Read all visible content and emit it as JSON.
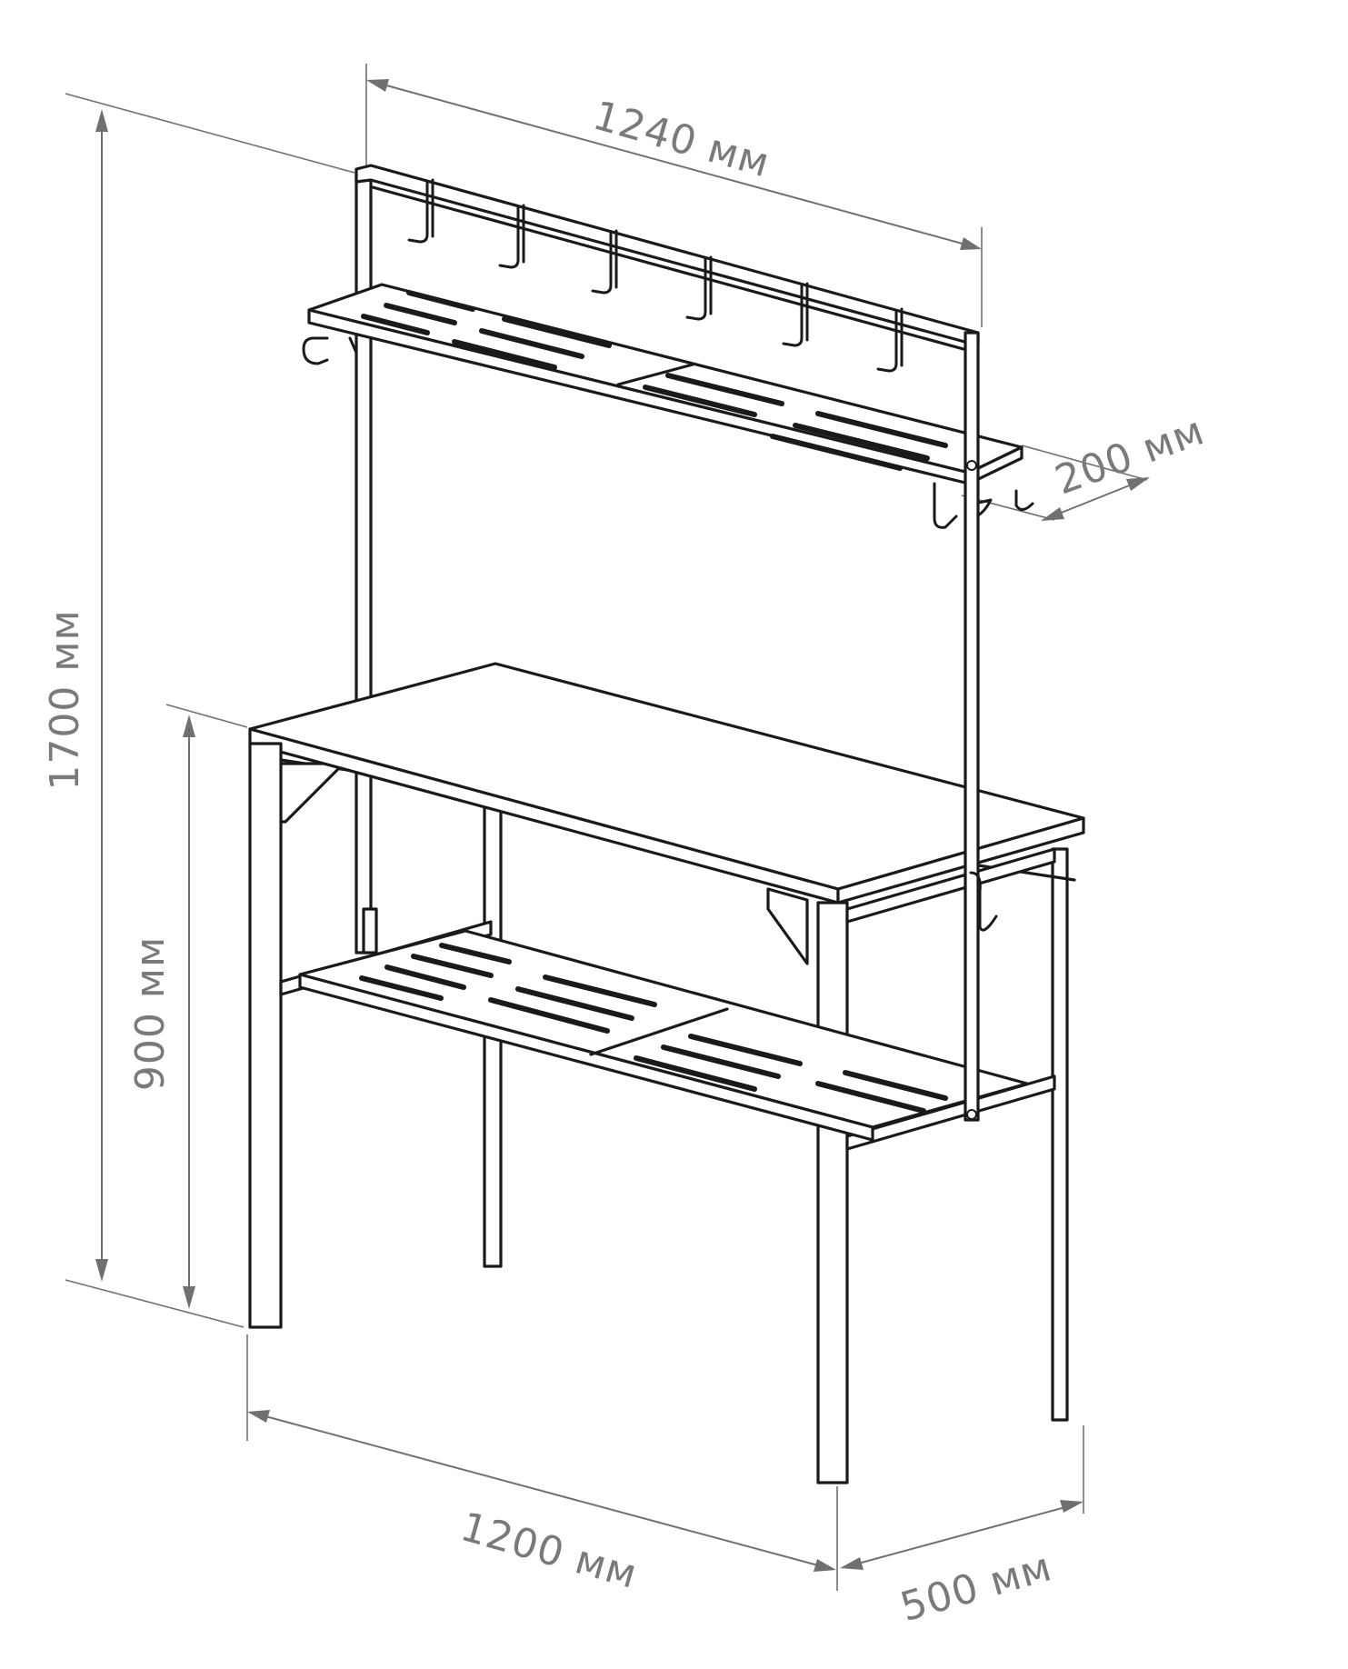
{
  "dimensions": {
    "top_width": "1240 мм",
    "shelf_depth": "200 мм",
    "total_height": "1700 мм",
    "table_height": "900 мм",
    "table_width": "1200 мм",
    "table_depth": "500 мм"
  },
  "colors": {
    "line": "#1a1a1a",
    "dimension": "#707070",
    "background": "#ffffff"
  },
  "hooks": {
    "top_rail_count": 6,
    "shelf_end_hooks": 4,
    "side_hook": 1
  }
}
